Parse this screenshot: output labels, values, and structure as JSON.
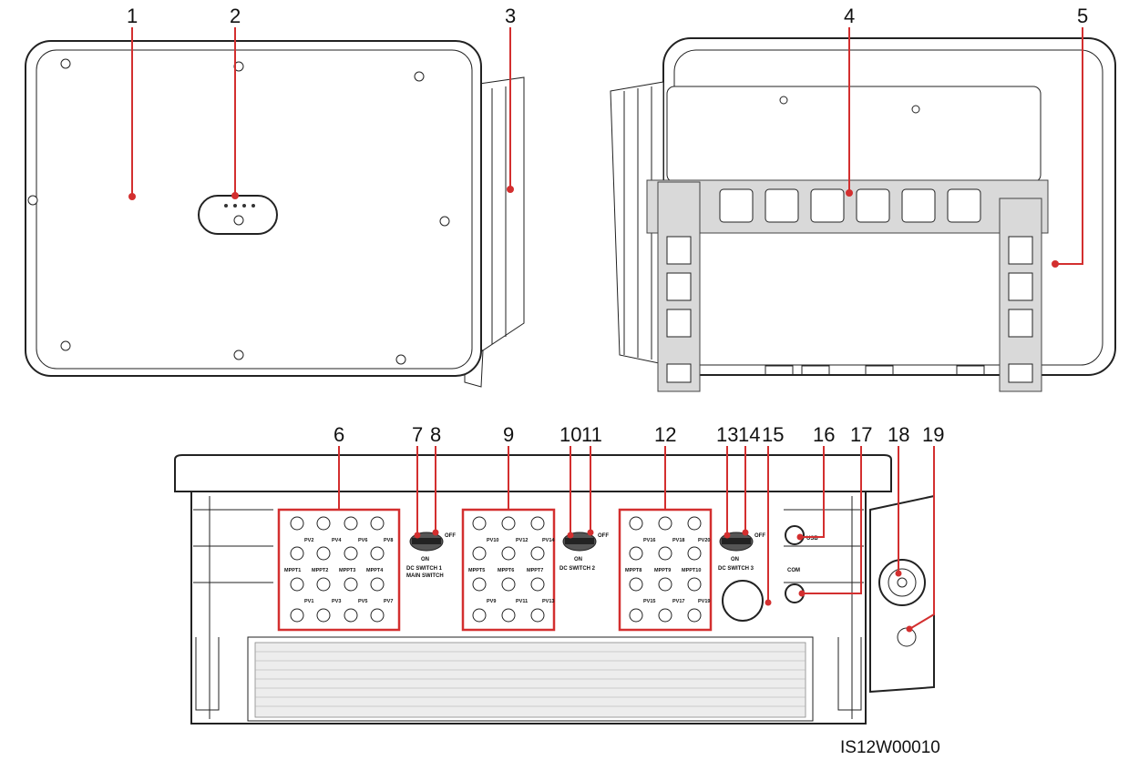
{
  "figure": {
    "document_code": "IS12W00010",
    "callouts": [
      "1",
      "2",
      "3",
      "4",
      "5",
      "6",
      "7",
      "8",
      "9",
      "10",
      "11",
      "12",
      "13",
      "14",
      "15",
      "16",
      "17",
      "18",
      "19"
    ]
  },
  "panel": {
    "pv_labels": {
      "group1_top": [
        "PV2",
        "PV4",
        "PV6",
        "PV8"
      ],
      "group1_mppt": [
        "MPPT1",
        "MPPT2",
        "MPPT3",
        "MPPT4"
      ],
      "group1_bottom": [
        "PV1",
        "PV3",
        "PV5",
        "PV7"
      ],
      "group2_top": [
        "PV10",
        "PV12",
        "PV14"
      ],
      "group2_mppt": [
        "MPPT5",
        "MPPT6",
        "MPPT7"
      ],
      "group2_bottom": [
        "PV9",
        "PV11",
        "PV13"
      ],
      "group3_top": [
        "PV16",
        "PV18",
        "PV20"
      ],
      "group3_mppt": [
        "MPPT8",
        "MPPT9",
        "MPPT10"
      ],
      "group3_bottom": [
        "PV15",
        "PV17",
        "PV19"
      ]
    },
    "switch1_label": "DC SWITCH 1",
    "switch1_sublabel": "MAIN SWITCH",
    "switch2_label": "DC SWITCH 2",
    "switch3_label": "DC SWITCH 3",
    "off_label": "OFF",
    "on_label": "ON",
    "usb_label": "USB",
    "com_label": "COM"
  },
  "colors": {
    "callout_line": "#d32f2f",
    "outline": "#222222"
  }
}
